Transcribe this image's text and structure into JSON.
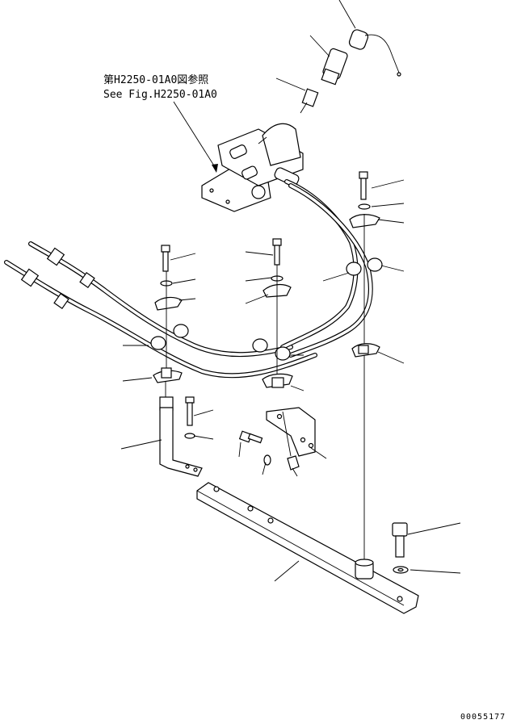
{
  "reference": {
    "line_ja": "第H2250-01A0図参照",
    "line_en": "See Fig.H2250-01A0"
  },
  "drawing_code": "00055177"
}
